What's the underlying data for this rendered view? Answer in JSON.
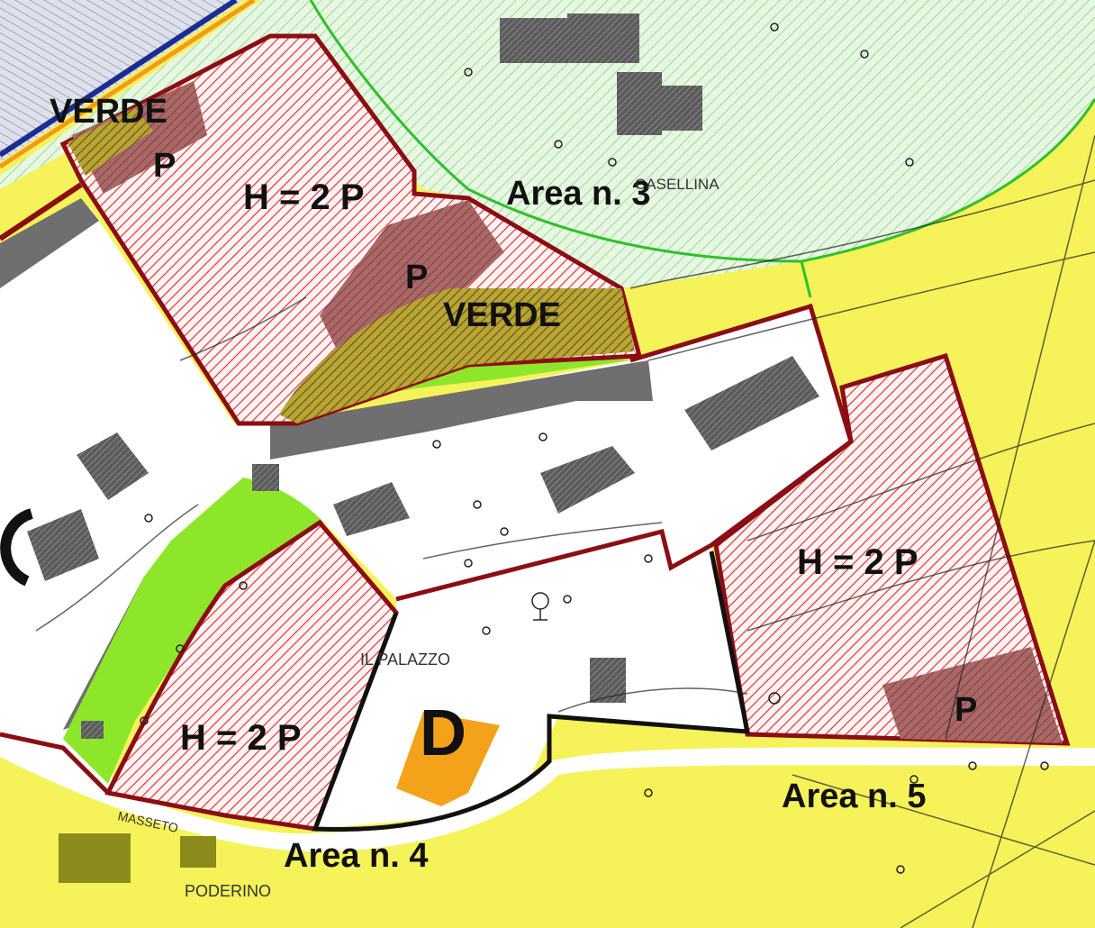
{
  "map": {
    "labels": {
      "verde_1": "VERDE",
      "p_1": "P",
      "h_1": "H = 2 P",
      "p_2": "P",
      "verde_2": "VERDE",
      "area_3": "Area n. 3",
      "casellina": "CASELLINA",
      "h_2": "H = 2 P",
      "p_3": "P",
      "il_palazzo": "IL PALAZZO",
      "zone_d": "D",
      "h_3": "H = 2 P",
      "area_5": "Area n. 5",
      "area_4": "Area n. 4",
      "masseto": "MASSETO",
      "poderino": "PODERINO"
    },
    "colors": {
      "yellow_zone": "#f6f25a",
      "green_zone_hatch": "#8fe08a",
      "green_zone_bg": "#e4f6e0",
      "lime_green": "#8ee62a",
      "red_boundary": "#8b0e14",
      "red_hatch": "#e23a3a",
      "parking_brown": "#a05a5a",
      "road_grey": "#6f6f6f",
      "building_grey": "#555555",
      "orange_building": "#f5a21b",
      "olive_building": "#8c8c1c"
    }
  }
}
